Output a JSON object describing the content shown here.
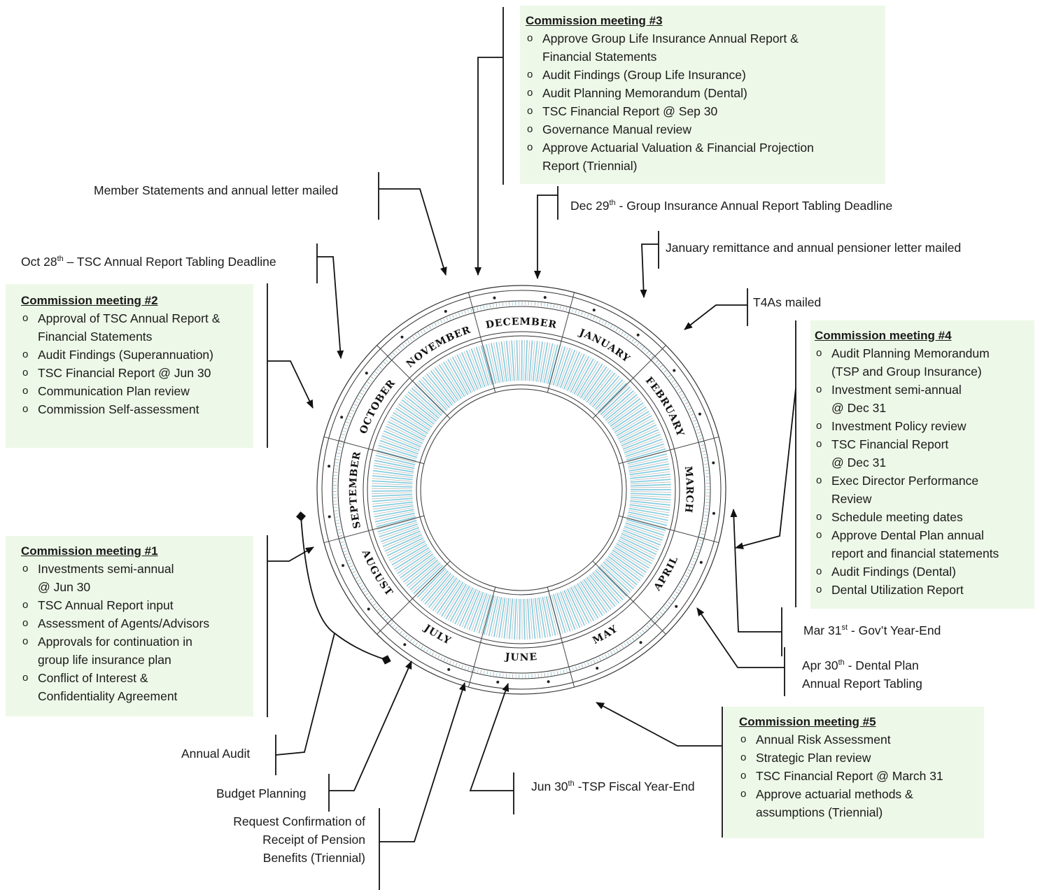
{
  "meetings": {
    "m3": {
      "title": "Commission meeting #3",
      "items": [
        "Approve Group Life Insurance Annual Report &\nFinancial Statements",
        "Audit Findings (Group Life Insurance)",
        "Audit Planning Memorandum (Dental)",
        "TSC Financial Report @ Sep 30",
        "Governance Manual review",
        "Approve Actuarial Valuation & Financial Projection\nReport (Triennial)"
      ]
    },
    "m2": {
      "title": "Commission meeting #2",
      "items": [
        "Approval of TSC Annual Report &\nFinancial Statements",
        "Audit Findings (Superannuation)",
        "TSC Financial Report @ Jun 30",
        "Communication Plan review",
        "Commission Self-assessment"
      ]
    },
    "m4": {
      "title": "Commission meeting #4",
      "items": [
        "Audit Planning Memorandum\n(TSP and Group Insurance)",
        "Investment semi-annual\n@ Dec 31",
        "Investment Policy review",
        "TSC Financial Report\n@ Dec 31",
        "Exec Director Performance\nReview",
        "Schedule meeting dates",
        "Approve Dental Plan annual\nreport and financial statements",
        "Audit Findings (Dental)",
        "Dental Utilization Report"
      ]
    },
    "m1": {
      "title": "Commission meeting #1",
      "items": [
        "Investments semi-annual\n@ Jun 30",
        "TSC Annual Report input",
        "Assessment of Agents/Advisors",
        "Approvals for continuation in\ngroup life insurance plan",
        "Conflict of Interest &\nConfidentiality Agreement"
      ]
    },
    "m5": {
      "title": "Commission meeting #5",
      "items": [
        "Annual Risk Assessment",
        "Strategic Plan review",
        "TSC Financial Report @ March 31",
        "Approve actuarial methods &\nassumptions (Triennial)"
      ]
    }
  },
  "labels": {
    "member_statements": "Member Statements and annual letter mailed",
    "dec29": {
      "pre": "Dec 29",
      "sup": "th",
      "post": " - Group Insurance Annual Report Tabling Deadline"
    },
    "oct28": {
      "pre": "Oct 28",
      "sup": "th",
      "post": " – TSC Annual Report Tabling Deadline"
    },
    "january": "January remittance and annual pensioner letter mailed",
    "t4as": "T4As mailed",
    "mar31": {
      "pre": "Mar 31",
      "sup": "st",
      "post": " - Gov’t Year-End"
    },
    "apr30": {
      "pre": "Apr 30",
      "sup": "th",
      "post": " - Dental Plan",
      "line2": "Annual Report Tabling"
    },
    "jun30": {
      "pre": "Jun 30",
      "sup": "th",
      "post": " -TSP Fiscal Year-End"
    },
    "annual_audit": "Annual Audit",
    "budget_planning": "Budget Planning",
    "request_confirmation": "Request Confirmation of\nReceipt of Pension\nBenefits (Triennial)"
  },
  "months": [
    "JANUARY",
    "FEBRUARY",
    "MARCH",
    "APRIL",
    "MAY",
    "JUNE",
    "JULY",
    "AUGUST",
    "SEPTEMBER",
    "OCTOBER",
    "NOVEMBER",
    "DECEMBER"
  ],
  "colors": {
    "box_bg": "#eef8e8",
    "tick_blue": "#7ecbe0",
    "line": "#111111"
  }
}
